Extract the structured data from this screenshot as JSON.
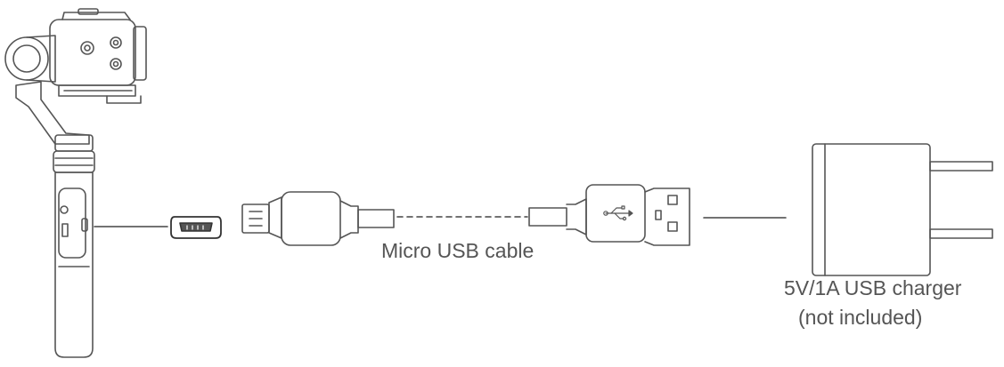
{
  "labels": {
    "cable": "Micro USB cable",
    "charger": "5V/1A USB charger",
    "charger_note": "(not included)"
  },
  "icons": {
    "gimbal": "handheld-gimbal-icon",
    "port": "micro-usb-port-icon",
    "micro_plug": "micro-usb-plug-icon",
    "usb_a_plug": "usb-a-plug-icon",
    "usb_symbol": "usb-symbol-icon",
    "charger": "wall-charger-icon"
  },
  "colors": {
    "stroke": "#555555",
    "line": "#444444",
    "text": "#555555",
    "port": "#333333"
  }
}
